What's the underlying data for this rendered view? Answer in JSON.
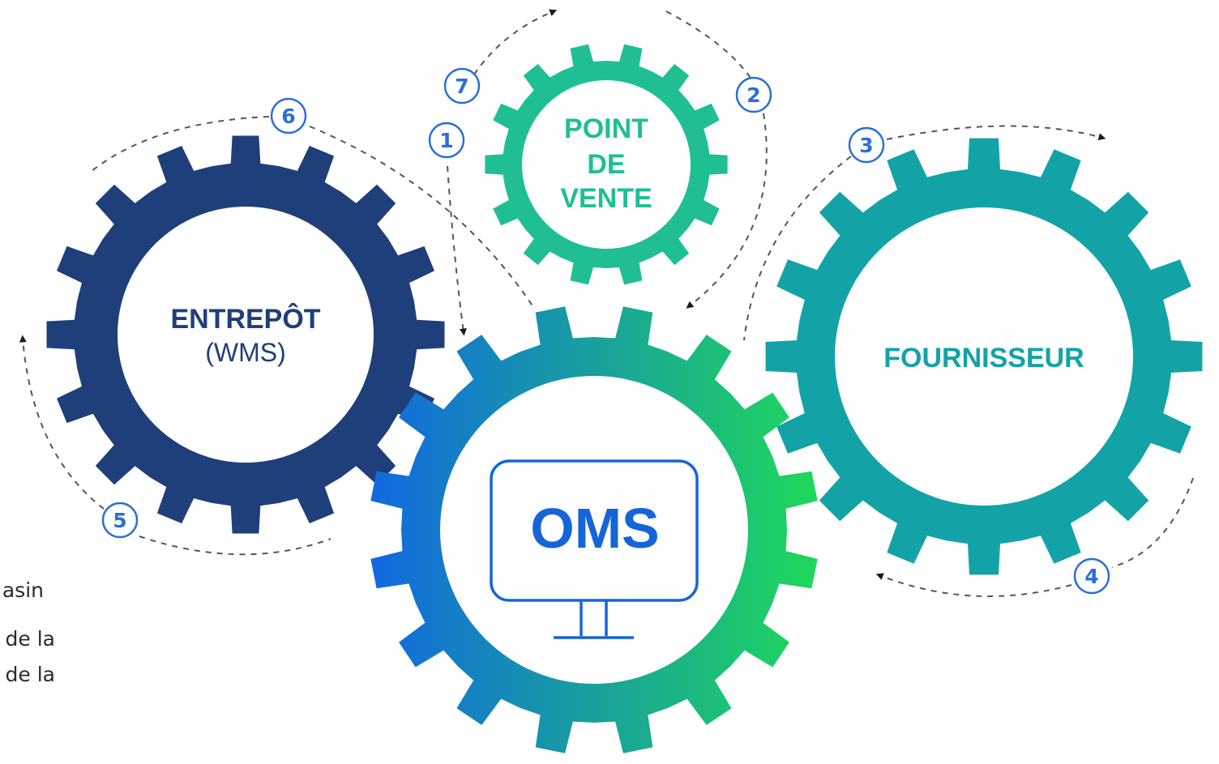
{
  "diagram": {
    "gears": [
      {
        "id": "entrepot",
        "lines": [
          "ENTREPÔT",
          "(WMS)"
        ],
        "color": "#1f3f7a"
      },
      {
        "id": "point-de-vente",
        "lines": [
          "POINT",
          "DE",
          "VENTE"
        ],
        "color": "#1fbf93"
      },
      {
        "id": "fournisseur",
        "lines": [
          "FOURNISSEUR"
        ],
        "color": "#13a3a7"
      },
      {
        "id": "oms",
        "lines": [
          "OMS"
        ],
        "color_start": "#1269e0",
        "color_end": "#1fd85a"
      }
    ],
    "steps": [
      "1",
      "2",
      "3",
      "4",
      "5",
      "6",
      "7"
    ],
    "colors": {
      "arrow": "#444444",
      "step_ring": "#2b6fd6",
      "oms_text": "#1565d8"
    }
  },
  "side_text": {
    "line1": "asin",
    "line2": "de la",
    "line3": "de la"
  }
}
